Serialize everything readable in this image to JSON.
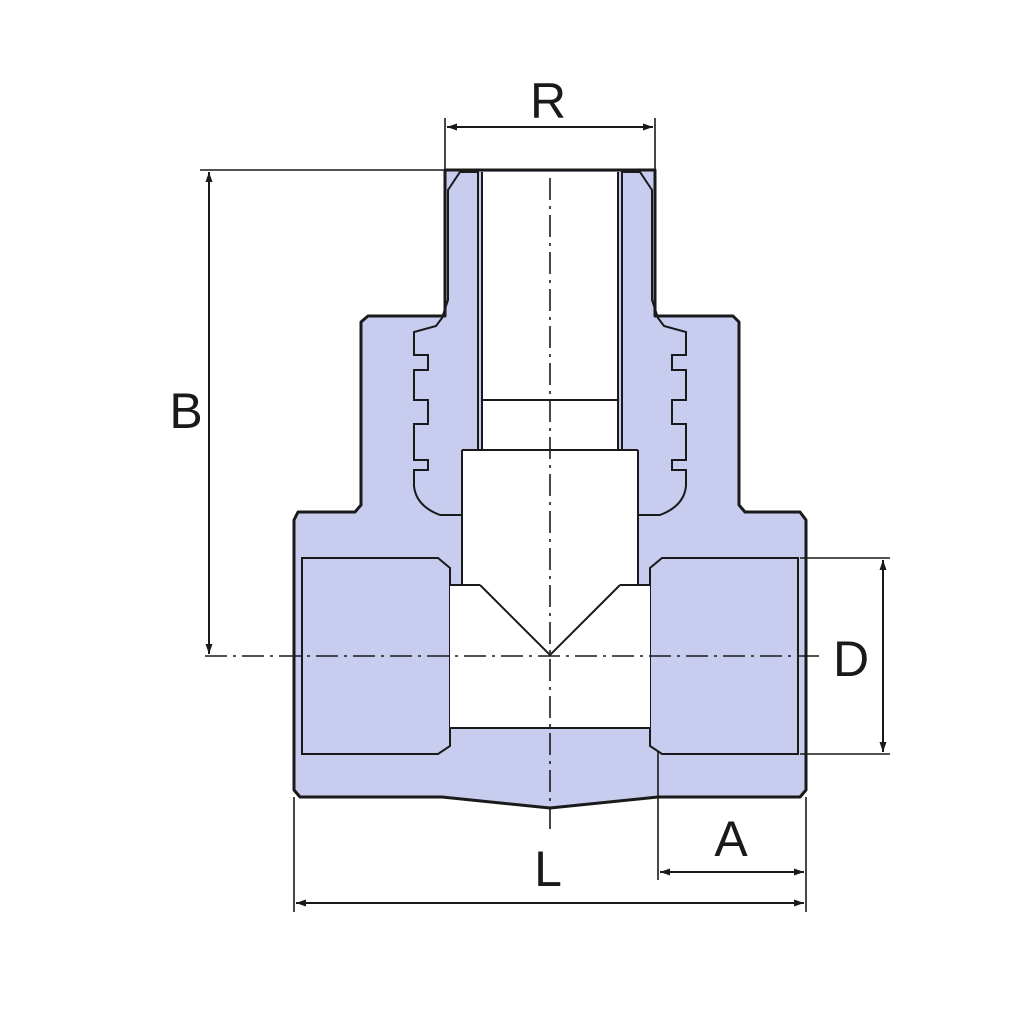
{
  "labels": {
    "R": "R",
    "B": "B",
    "D": "D",
    "A": "A",
    "L": "L"
  },
  "colors": {
    "body_fill": "#c8ccef",
    "insert_fill": "#7a7a7a",
    "line": "#1a1a1a",
    "background": "#ffffff"
  }
}
